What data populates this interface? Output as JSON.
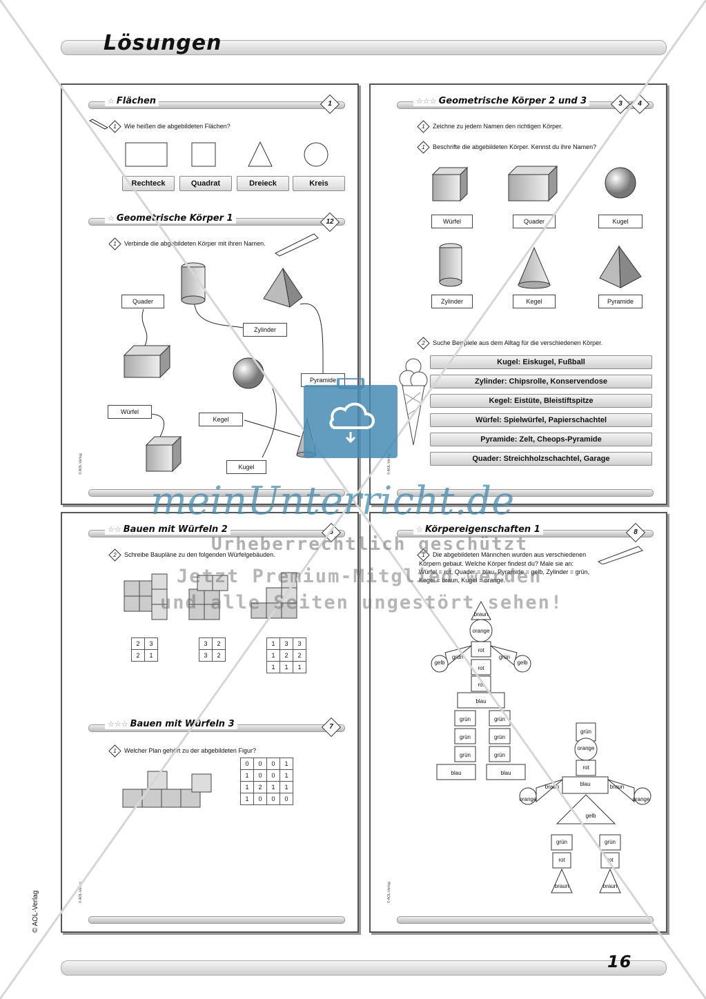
{
  "header": {
    "title": "Lösungen"
  },
  "footer": {
    "page_number": "16",
    "copyright": "© AOL-Verlag"
  },
  "panel_credit": "© AOL-Verlag",
  "flaechen": {
    "title": "Flächen",
    "number": "1",
    "task_num": "1",
    "task": "Wie heißen die abgebildeten Flächen?",
    "answers": [
      "Rechteck",
      "Quadrat",
      "Dreieck",
      "Kreis"
    ]
  },
  "koerper1": {
    "title": "Geometrische Körper 1",
    "number": "12",
    "task_num": "1",
    "task": "Verbinde die abgebildeten Körper mit ihren Namen.",
    "labels": {
      "quader": "Quader",
      "zylinder": "Zylinder",
      "pyramide": "Pyramide",
      "wuerfel": "Würfel",
      "kegel": "Kegel",
      "kugel": "Kugel"
    }
  },
  "koerper23": {
    "title": "Geometrische Körper 2 und 3",
    "number_a": "3",
    "number_b": "4",
    "task1_num": "1",
    "task1": "Zeichne zu jedem Namen den richtigen Körper.",
    "task2_num": "1",
    "task2": "Beschrifte die abgebildeten Körper. Kennst du ihre Namen?",
    "labels": [
      "Würfel",
      "Quader",
      "Kugel",
      "Zylinder",
      "Kegel",
      "Pyramide"
    ],
    "task3_num": "2",
    "task3": "Suche Beispiele aus dem Alltag für die verschiedenen Körper.",
    "examples": [
      "Kugel: Eiskugel, Fußball",
      "Zylinder: Chipsrolle, Konservendose",
      "Kegel: Eistüte, Bleistiftspitze",
      "Würfel: Spielwürfel, Papierschachtel",
      "Pyramide: Zelt, Cheops-Pyramide",
      "Quader: Streichholzschachtel, Garage"
    ]
  },
  "bauen2": {
    "title": "Bauen mit Würfeln 2",
    "number": "6",
    "task_num": "2",
    "task": "Schreibe Baupläne zu den folgenden Würfelgebäuden.",
    "plan1": [
      [
        "2",
        "3"
      ],
      [
        "2",
        "1"
      ]
    ],
    "plan2": [
      [
        "3",
        "2"
      ],
      [
        "3",
        "2"
      ]
    ],
    "plan3": [
      [
        "1",
        "3",
        "3"
      ],
      [
        "1",
        "2",
        "2"
      ],
      [
        "1",
        "1",
        "1"
      ]
    ]
  },
  "bauen3": {
    "title": "Bauen mit Würfeln 3",
    "number": "7",
    "task_num": "1",
    "task": "Welcher Plan gehört zu der abgebildeten Figur?",
    "plan": [
      [
        "0",
        "0",
        "0",
        "1"
      ],
      [
        "1",
        "0",
        "0",
        "1"
      ],
      [
        "1",
        "2",
        "1",
        "1"
      ],
      [
        "1",
        "0",
        "0",
        "0"
      ]
    ]
  },
  "eigenschaften": {
    "title": "Körpereigenschaften 1",
    "number": "8",
    "task_num": "1",
    "task_lines": [
      "Die abgebildeten Männchen wurden aus verschiedenen",
      "Körpern gebaut. Welche Körper findest du? Male sie an:",
      "Würfel = rot, Quader = blau, Pyramide = gelb, Zylinder = grün,",
      "Kegel = braun, Kugel = orange."
    ],
    "colors": {
      "braun": "braun",
      "orange": "orange",
      "rot": "rot",
      "gruen": "grün",
      "gelb": "gelb",
      "blau": "blau"
    }
  },
  "watermark": {
    "brand": "meinUnterricht.de",
    "line1": "Urheberrechtlich geschützt",
    "line2": "Jetzt Premium-Mitglied werden",
    "line3": "und alle Seiten ungestört sehen!"
  }
}
